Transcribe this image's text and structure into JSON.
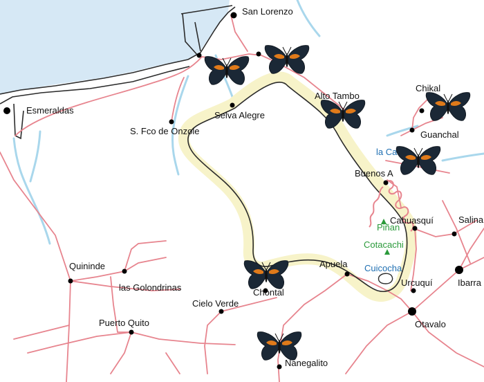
{
  "colors": {
    "sea": "#d6e8f5",
    "river": "#a9d7ec",
    "road": "#e7848e",
    "range": "#f7f3c9",
    "outline": "#2b2b2b",
    "town": "#000000",
    "peak": "#2a9a3a",
    "lake": "#1f6fb2",
    "butterfly_wing": "#1b2836",
    "butterfly_band": "#e07a1a"
  },
  "places": {
    "san_lorenzo": "San Lorenzo",
    "esmeraldas": "Esmeraldas",
    "selva_alegre": "Selva Alegre",
    "s_fco_de_onzole": "S. Fco de Onzole",
    "alto_tambo": "Alto Tambo",
    "chikal": "Chikal",
    "guanchal": "Guanchal",
    "la_carolina": "la Ca",
    "buenos_aires": "Buenos A",
    "cahuasqui": "Cahuasquí",
    "salinas": "Salina",
    "pinan": "Piñan",
    "cotacachi": "Cotacachi",
    "cuicocha": "Cuicocha",
    "urcuqui": "Urcuquí",
    "ibarra": "Ibarra",
    "otavalo": "Otavalo",
    "apuela": "Apuela",
    "quininde": "Quininde",
    "las_golondrinas": "las Golondrinas",
    "cielo_verde": "Cielo Verde",
    "chontal": "Chontal",
    "puerto_quito": "Puerto Quito",
    "nanegalito": "Nanegalito"
  },
  "icons": {
    "butterfly": "butterfly-icon",
    "town": "town-dot-icon",
    "peak": "peak-triangle-icon"
  }
}
